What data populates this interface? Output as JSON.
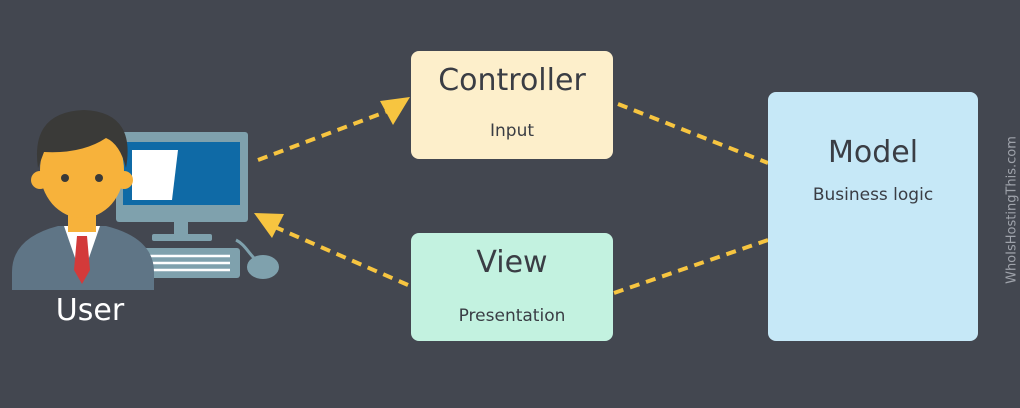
{
  "user": {
    "label": "User"
  },
  "controller": {
    "title": "Controller",
    "subtitle": "Input"
  },
  "view": {
    "title": "View",
    "subtitle": "Presentation"
  },
  "model": {
    "title": "Model",
    "subtitle": "Business logic"
  },
  "watermark": "WhoIsHostingThis.com",
  "colors": {
    "background": "#434750",
    "controller": "#fdefcb",
    "view": "#c3f2e0",
    "model": "#c6e8f7",
    "arrow": "#f7c540"
  }
}
